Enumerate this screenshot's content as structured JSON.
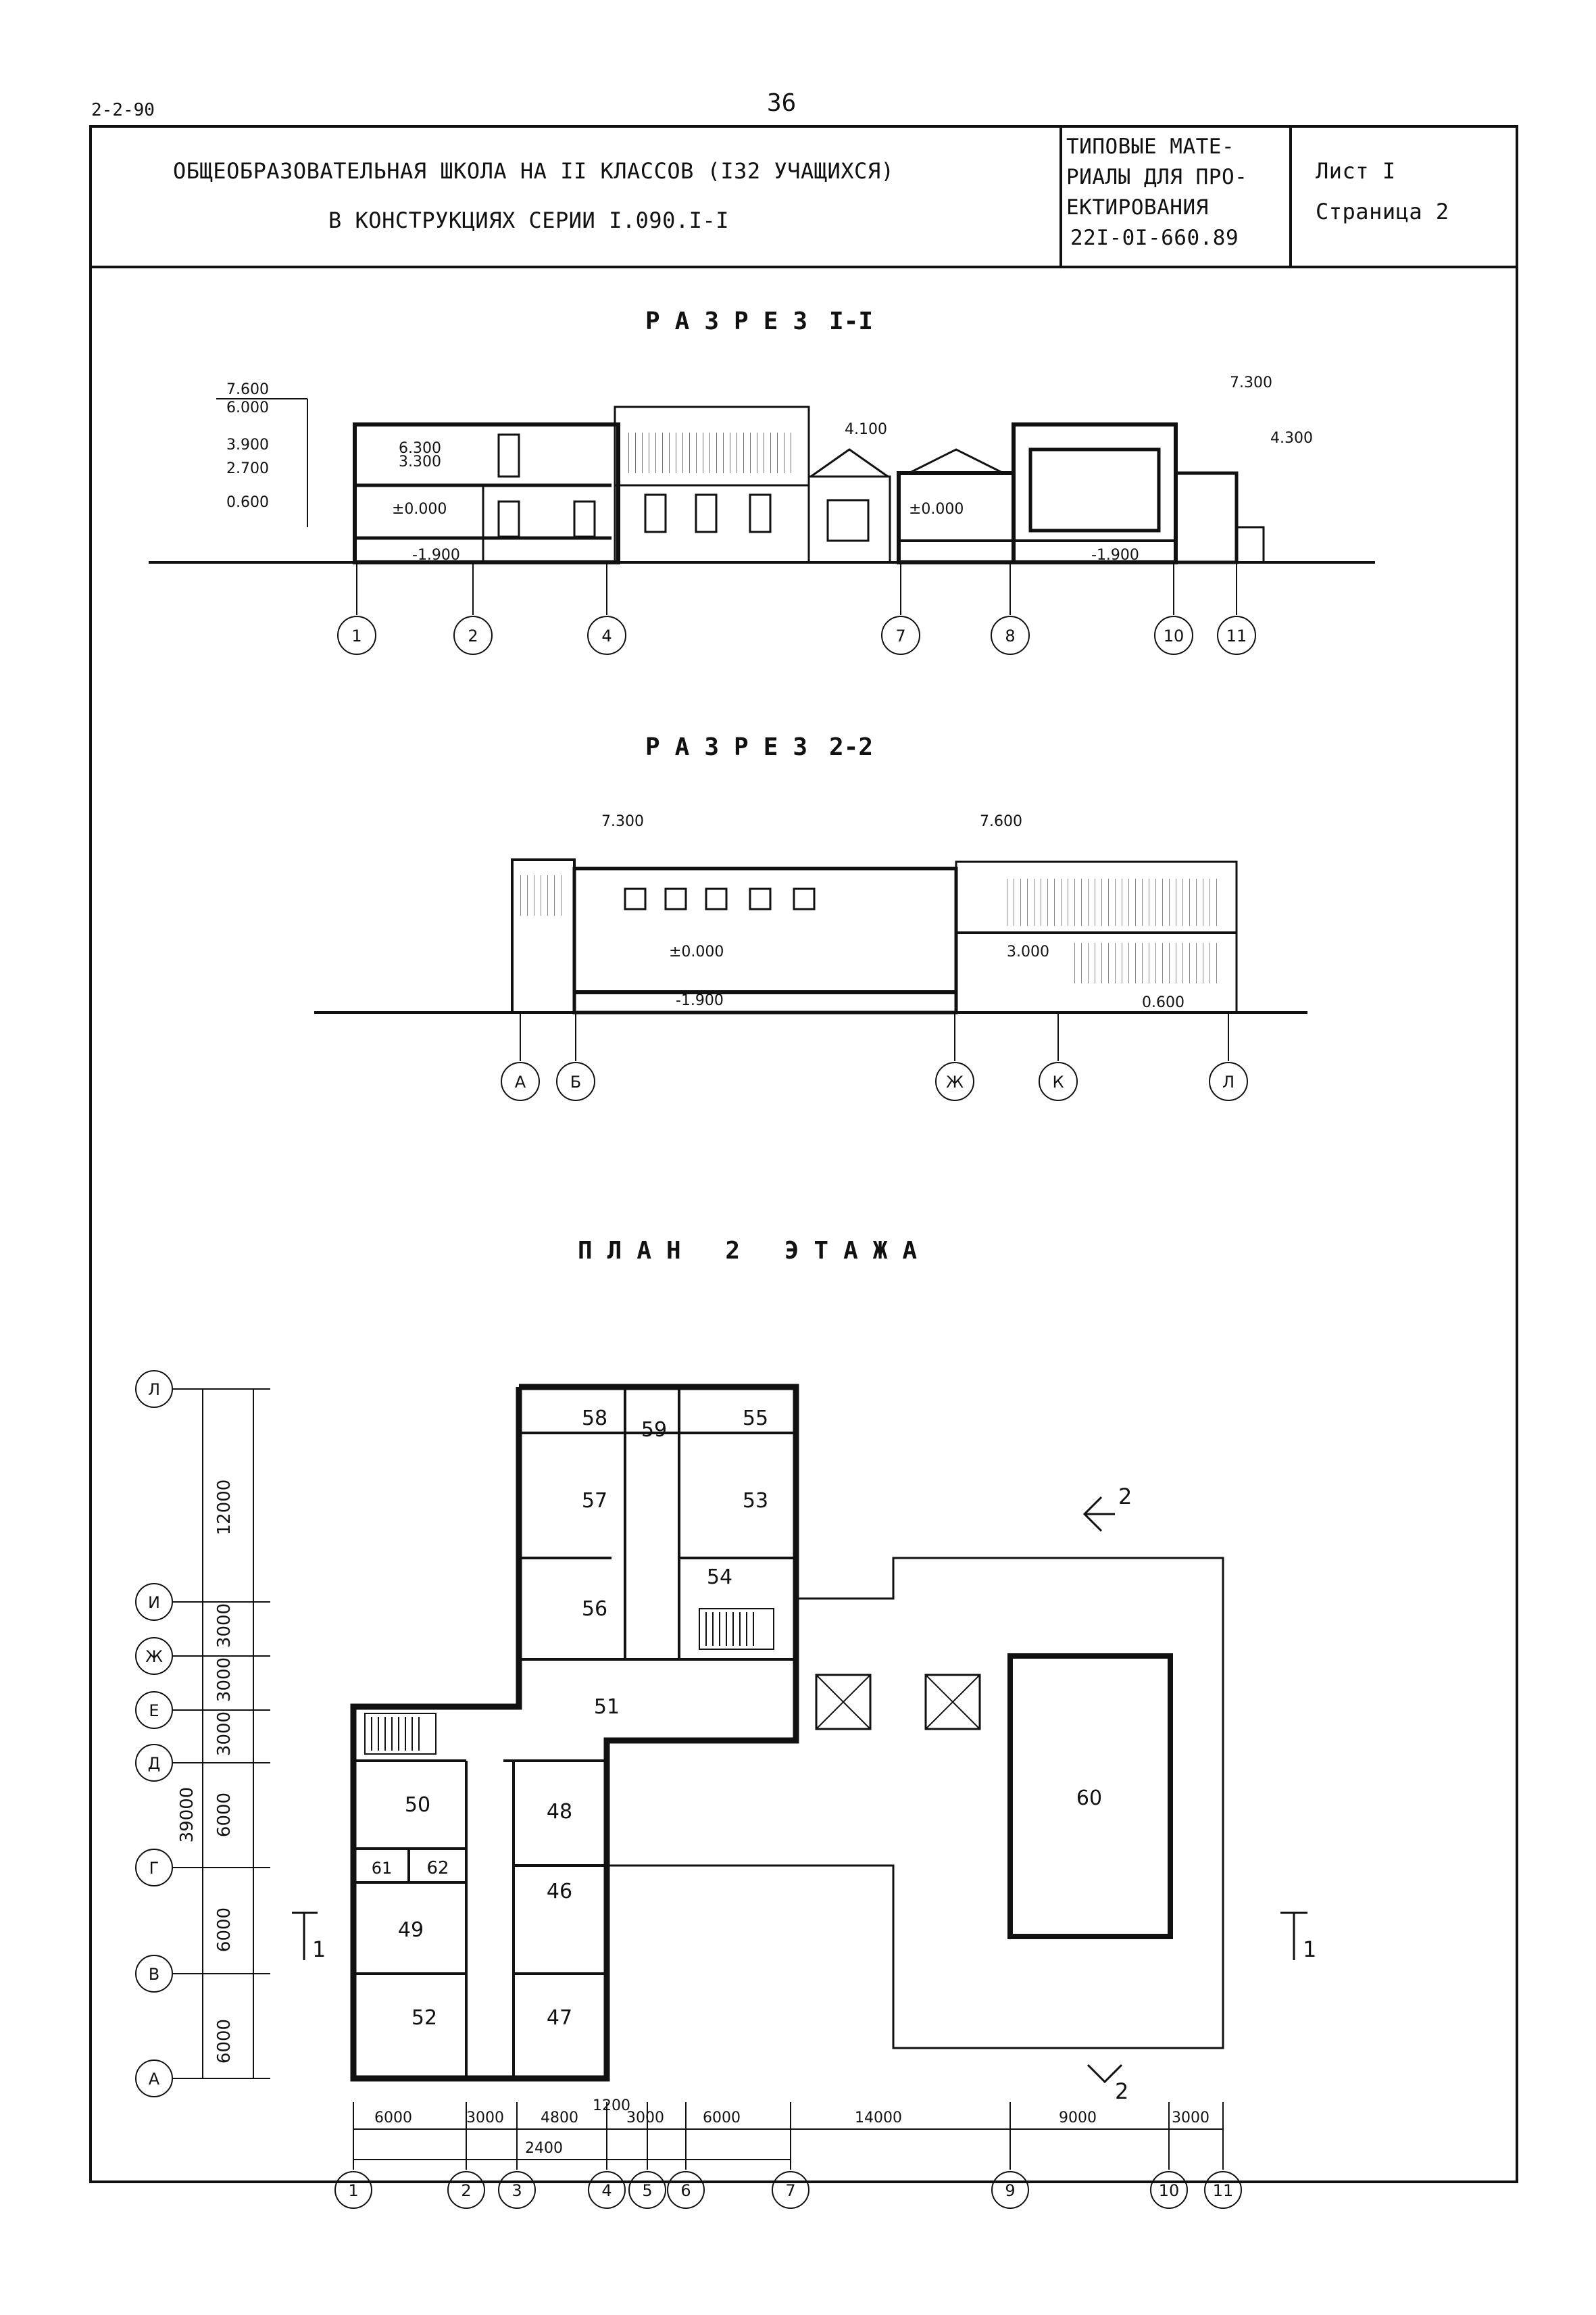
{
  "header": {
    "sheet_code": "2-2-90",
    "page_number": "36"
  },
  "title_block": {
    "title_line1": "ОБЩЕОБРАЗОВАТЕЛЬНАЯ ШКОЛА НА II КЛАССОВ (I32 УЧАЩИХСЯ)",
    "title_line2": "В КОНСТРУКЦИЯХ СЕРИИ I.090.I-I",
    "series_line1": "ТИПОВЫЕ МАТЕ-",
    "series_line2": "РИАЛЫ ДЛЯ ПРО-",
    "series_line3": "ЕКТИРОВАНИЯ",
    "series_line4": "22I-0I-660.89",
    "sheet_label": "Лист  I",
    "page_label": "Страница 2"
  },
  "section_1": {
    "heading_word": "РАЗРЕЗ",
    "heading_num": "I-I",
    "elevations": [
      "7.600",
      "6.000",
      "3.900",
      "2.700",
      "0.600",
      "6.300",
      "3.300",
      "±0.000",
      "-1.900",
      "4.100",
      "±0.000",
      "7.300",
      "4.300",
      "-1.900"
    ],
    "axes": [
      "1",
      "2",
      "4",
      "7",
      "8",
      "10",
      "11"
    ]
  },
  "section_2": {
    "heading_word": "РАЗРЕЗ",
    "heading_num": "2-2",
    "elevations": [
      "7.300",
      "7.600",
      "±0.000",
      "-1.900",
      "3.000",
      "0.600"
    ],
    "axes": [
      "А",
      "Б",
      "Ж",
      "К",
      "Л"
    ]
  },
  "plan": {
    "heading": "ПЛАН 2 ЭТАЖА",
    "rooms": [
      "58",
      "59",
      "55",
      "57",
      "53",
      "54",
      "56",
      "51",
      "50",
      "48",
      "61",
      "62",
      "46",
      "49",
      "52",
      "47",
      "60"
    ],
    "row_axes": [
      "Л",
      "И",
      "Ж",
      "Е",
      "Д",
      "Г",
      "В",
      "А"
    ],
    "row_dims": [
      "12000",
      "3000",
      "3000",
      "3000",
      "6000",
      "6000",
      "6000"
    ],
    "row_total": "39000",
    "col_axes": [
      "1",
      "2",
      "3",
      "4",
      "5",
      "6",
      "7",
      "9",
      "10",
      "11"
    ],
    "col_dims": [
      "6000",
      "3000",
      "4800",
      "1200",
      "3000",
      "6000",
      "14000",
      "9000",
      "3000"
    ],
    "col_sub": "2400",
    "cut_1": "1",
    "cut_2": "2"
  }
}
